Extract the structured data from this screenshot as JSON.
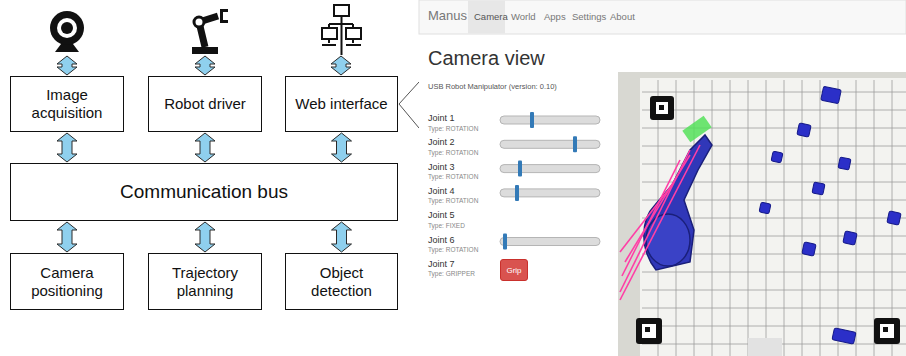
{
  "diagram": {
    "nodes": [
      {
        "text": [
          "Image acquisition"
        ]
      },
      {
        "text": [
          "Robot driver"
        ]
      },
      {
        "text": [
          "Web interface"
        ]
      },
      {
        "text": [
          "Communication bus"
        ]
      },
      {
        "text": [
          "Camera positioning"
        ]
      },
      {
        "text": [
          "Trajectory planning"
        ]
      },
      {
        "text": [
          "Object detection"
        ]
      },
      {
        "text": [
          "Grip"
        ]
      }
    ],
    "edges": [
      {
        "from": 0,
        "to": 3,
        "arrow": "both"
      },
      {
        "from": 1,
        "to": 3,
        "arrow": "both"
      },
      {
        "from": 2,
        "to": 3,
        "arrow": "both"
      },
      {
        "from": 3,
        "to": 4,
        "arrow": "both"
      },
      {
        "from": 3,
        "to": 5,
        "arrow": "both"
      },
      {
        "from": 3,
        "to": 6,
        "arrow": "both"
      }
    ],
    "labels": [
      "Manus",
      "Camera",
      "World",
      "Apps",
      "Settings",
      "About",
      "Camera view",
      "USB Robot Manipulator (version: 0.10)",
      "Joint 1",
      "Type: ROTATION",
      "Joint 2",
      "Type: ROTATION",
      "Joint 3",
      "Type: ROTATION",
      "Joint 4",
      "Type: ROTATION",
      "Joint 5",
      "Type: FIXED",
      "Joint 6",
      "Type: ROTATION",
      "Joint 7",
      "Type: GRIPPER"
    ]
  }
}
